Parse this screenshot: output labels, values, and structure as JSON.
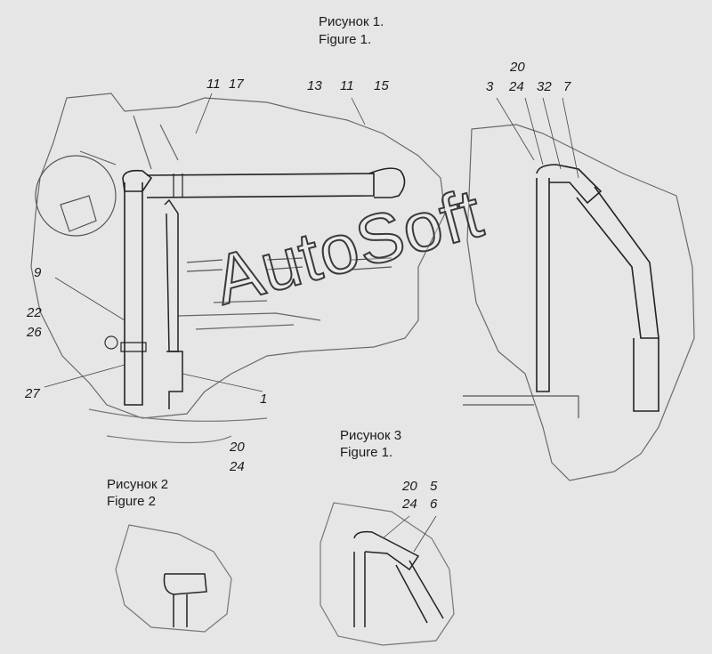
{
  "figures": {
    "fig1_ru": "Рисунок 1.",
    "fig1_en": "Figure 1.",
    "fig3_ru": "Рисунок 3",
    "fig3_en": "Figure 1.",
    "fig2_ru": "Рисунок 2",
    "fig2_en": "Figure 2"
  },
  "callouts": {
    "c_11a": "11",
    "c_17": "17",
    "c_13": "13",
    "c_11b": "11",
    "c_15": "15",
    "c_20a": "20",
    "c_3": "3",
    "c_24a": "24",
    "c_32": "32",
    "c_7": "7",
    "c_9": "9",
    "c_22": "22",
    "c_26": "26",
    "c_27": "27",
    "c_1": "1",
    "c_20b": "20",
    "c_24b": "24",
    "c_20c": "20",
    "c_5": "5",
    "c_24c": "24",
    "c_6": "6"
  },
  "watermark": "AutoSoft",
  "colors": {
    "background": "#e6e6e6",
    "line": "#2a2a2a",
    "watermark_stroke": "#3a3a3a"
  }
}
